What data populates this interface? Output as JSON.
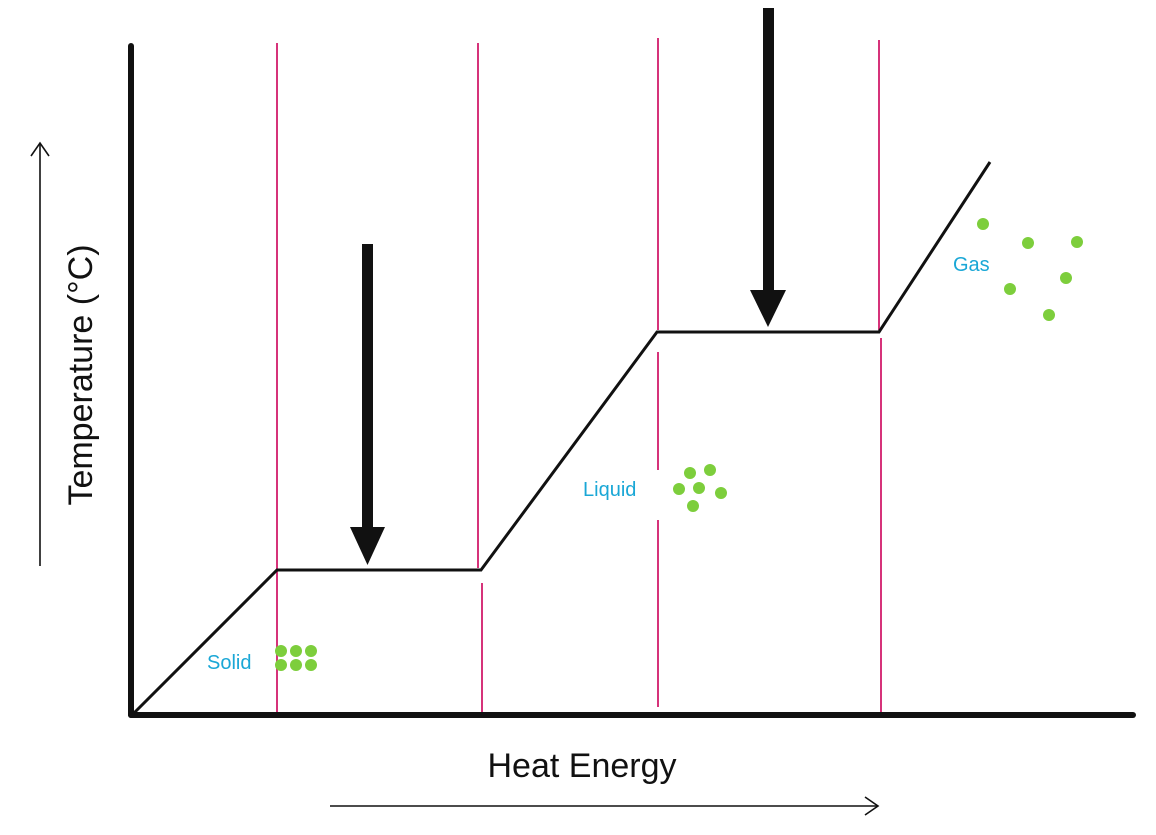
{
  "axes": {
    "x_label": "Heat Energy",
    "y_label": "Temperature (°C)"
  },
  "phases": [
    {
      "label": "Solid",
      "particles": "packed"
    },
    {
      "label": "Liquid",
      "particles": "loose"
    },
    {
      "label": "Gas",
      "particles": "spread"
    }
  ],
  "colors": {
    "curve": "#111111",
    "divider": "#d6337a",
    "label": "#1aa7d6",
    "particle": "#7dce3c",
    "arrow": "#111111"
  }
}
